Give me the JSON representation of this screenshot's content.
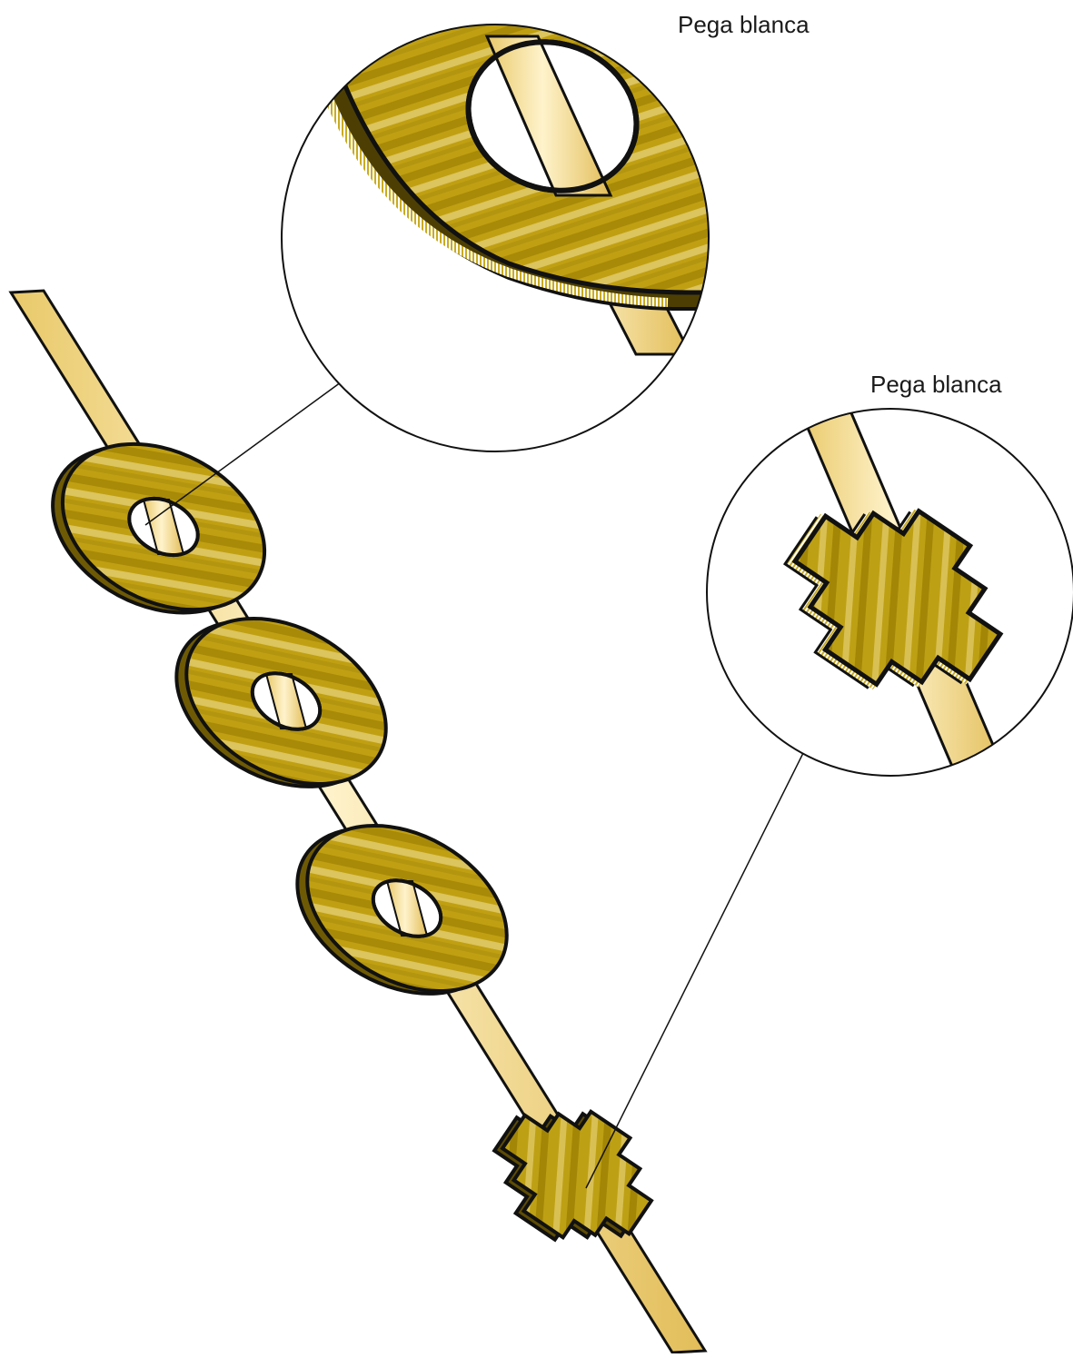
{
  "labels": {
    "top_callout": "Pega blanca",
    "right_callout": "Pega blanca"
  },
  "colors": {
    "gold_dark": "#a8890a",
    "gold_mid": "#c9a912",
    "gold_light": "#e6d27a",
    "rod_light": "#fcefc2",
    "rod_mid": "#f0d688",
    "glue": "#ffffff",
    "outline": "#111111",
    "background": "#ffffff"
  },
  "parts": {
    "washers": 3,
    "cross_pieces": 1,
    "magnified_views": 2
  }
}
